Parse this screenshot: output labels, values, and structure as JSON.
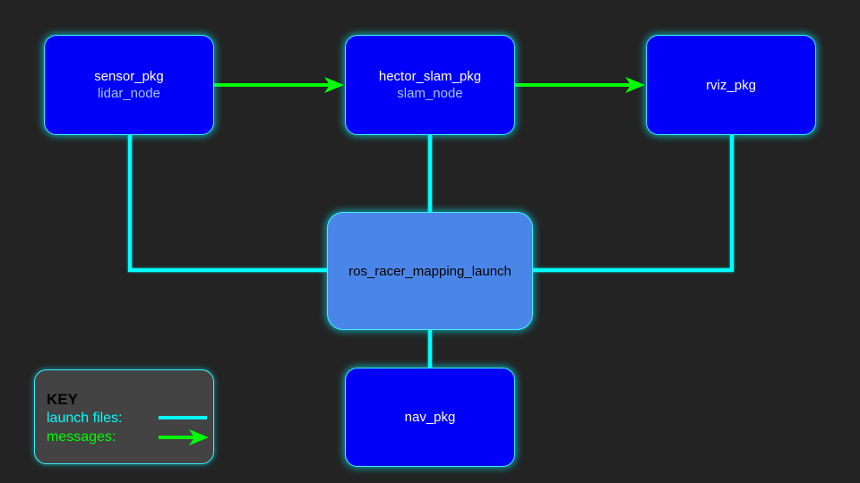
{
  "nodes": {
    "sensor": {
      "title": "sensor_pkg",
      "subtitle": "lidar_node"
    },
    "hector": {
      "title": "hector_slam_pkg",
      "subtitle": "slam_node"
    },
    "rviz": {
      "title": "rviz_pkg"
    },
    "launch": {
      "title": "ros_racer_mapping_launch"
    },
    "nav": {
      "title": "nav_pkg"
    }
  },
  "edges": {
    "messages": [
      {
        "from": "sensor_pkg",
        "to": "hector_slam_pkg"
      },
      {
        "from": "hector_slam_pkg",
        "to": "rviz_pkg"
      }
    ],
    "launch_files": [
      {
        "from": "ros_racer_mapping_launch",
        "to": "sensor_pkg"
      },
      {
        "from": "ros_racer_mapping_launch",
        "to": "hector_slam_pkg"
      },
      {
        "from": "ros_racer_mapping_launch",
        "to": "rviz_pkg"
      },
      {
        "from": "ros_racer_mapping_launch",
        "to": "nav_pkg"
      }
    ]
  },
  "key": {
    "title": "KEY",
    "launch_label": "launch files:",
    "messages_label": "messages:"
  },
  "colors": {
    "background": "#232323",
    "package_fill": "#0000fa",
    "launch_fill": "#4a86e8",
    "subtitle_text": "#a4c2f4",
    "launch_line": "#00ffff",
    "message_arrow": "#00ff00",
    "key_fill": "#434343"
  }
}
